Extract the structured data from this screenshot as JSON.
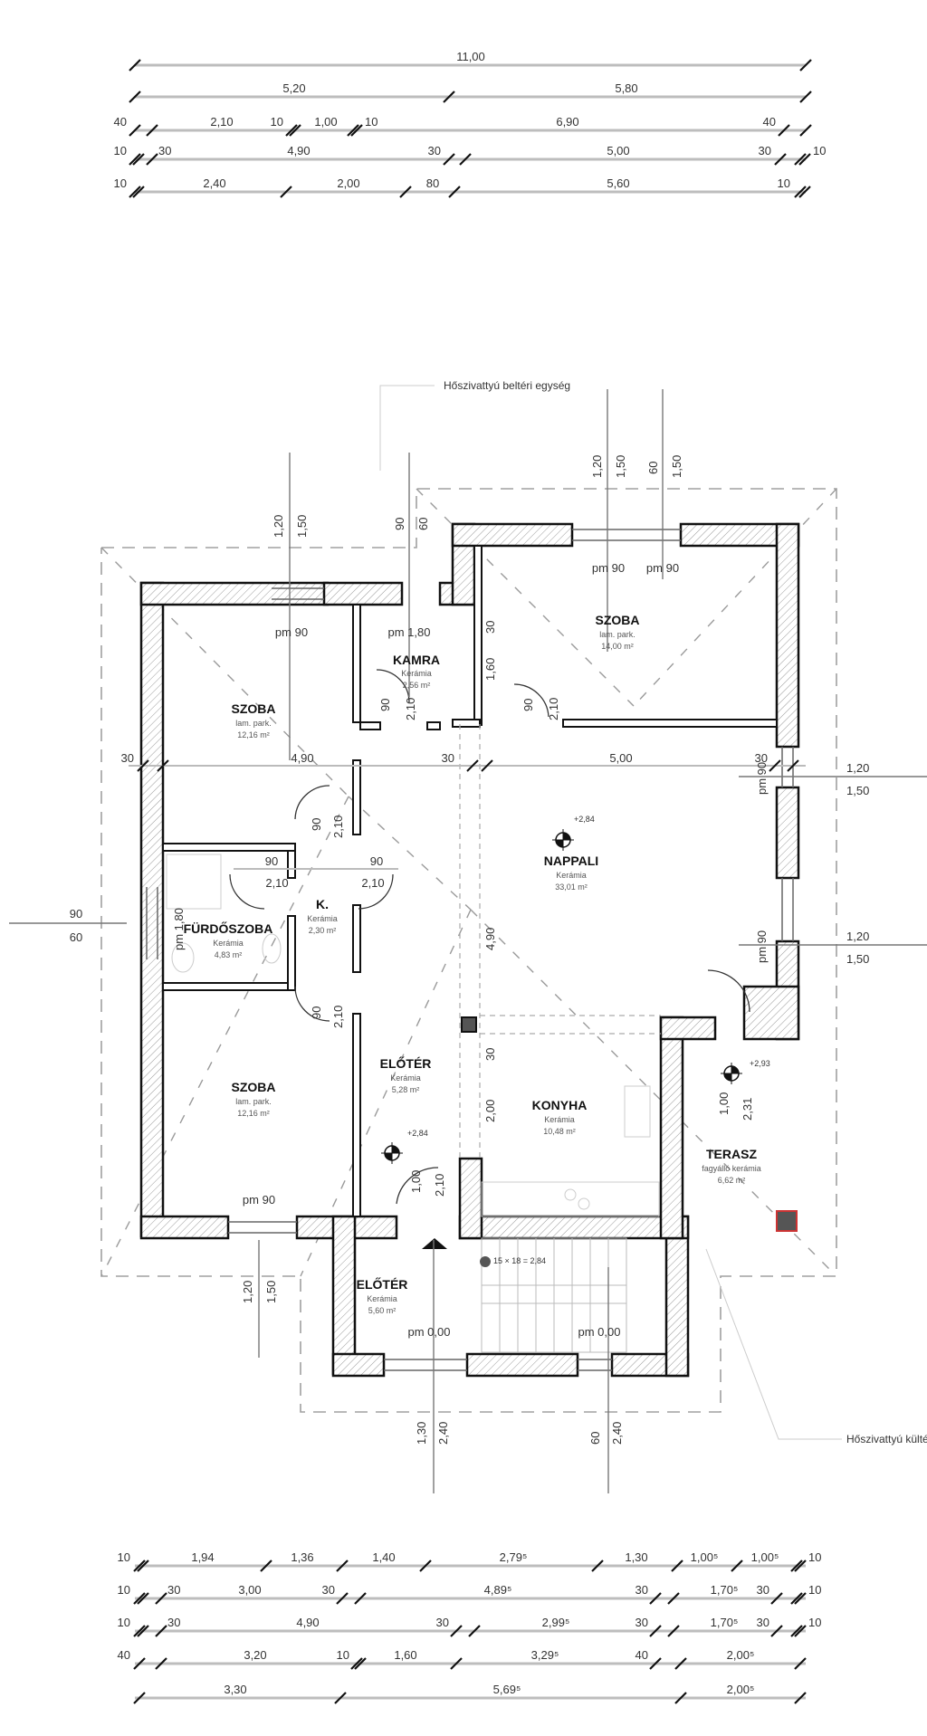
{
  "drawing": {
    "title": "Floor plan (földszint alaprajz)",
    "annotations": {
      "heat_pump_indoor": "Hőszivattyú beltéri egység",
      "heat_pump_outdoor": "Hőszivattyú kültéri egység"
    },
    "top_dimensions": [
      {
        "row": 1,
        "segments": [
          "11,00"
        ]
      },
      {
        "row": 2,
        "segments": [
          "5,20",
          "5,80"
        ]
      },
      {
        "row": 3,
        "segments": [
          "40",
          "2,10",
          "10",
          "1,00",
          "10",
          "6,90",
          "40"
        ]
      },
      {
        "row": 4,
        "segments": [
          "10",
          "30",
          "4,90",
          "30",
          "5,00",
          "30",
          "10"
        ]
      },
      {
        "row": 5,
        "segments": [
          "10",
          "2,40",
          "2,00",
          "80",
          "5,60",
          "10"
        ]
      }
    ],
    "bottom_dimensions": [
      {
        "row": 1,
        "segments": [
          "10",
          "1,94",
          "1,36",
          "1,40",
          "2,79⁵",
          "1,30",
          "1,00⁵",
          "1,00⁵",
          "10"
        ]
      },
      {
        "row": 2,
        "segments": [
          "10",
          "30",
          "3,00",
          "30",
          "4,89⁵",
          "30",
          "1,70⁵",
          "30",
          "10"
        ]
      },
      {
        "row": 3,
        "segments": [
          "10",
          "30",
          "4,90",
          "30",
          "2,99⁵",
          "30",
          "1,70⁵",
          "30",
          "10"
        ]
      },
      {
        "row": 4,
        "segments": [
          "40",
          "3,20",
          "10",
          "1,60",
          "3,29⁵",
          "40",
          "2,00⁵"
        ]
      },
      {
        "row": 5,
        "segments": [
          "3,30",
          "5,69⁵",
          "2,00⁵"
        ]
      }
    ],
    "rooms": [
      {
        "name": "SZOBA",
        "floor": "lam. park.",
        "area": "14,00 m²",
        "id": "szoba-ne"
      },
      {
        "name": "SZOBA",
        "floor": "lam. park.",
        "area": "12,16 m²",
        "id": "szoba-nw"
      },
      {
        "name": "KAMRA",
        "floor": "Kerámia",
        "area": "2,56 m²",
        "id": "kamra"
      },
      {
        "name": "NAPPALI",
        "floor": "Kerámia",
        "area": "33,01 m²",
        "id": "nappali"
      },
      {
        "name": "FÜRDŐSZOBA",
        "floor": "Kerámia",
        "area": "4,83 m²",
        "id": "furdoszoba"
      },
      {
        "name": "K.",
        "floor": "Kerámia",
        "area": "2,30 m²",
        "id": "kozlekedo"
      },
      {
        "name": "SZOBA",
        "floor": "lam. park.",
        "area": "12,16 m²",
        "id": "szoba-sw"
      },
      {
        "name": "ELŐTÉR",
        "floor": "Kerámia",
        "area": "5,28 m²",
        "id": "eloter-1"
      },
      {
        "name": "KONYHA",
        "floor": "Kerámia",
        "area": "10,48 m²",
        "id": "konyha"
      },
      {
        "name": "TERASZ",
        "floor": "fagyálló kerámia",
        "area": "6,62 m²",
        "id": "terasz"
      },
      {
        "name": "ELŐTÉR",
        "floor": "Kerámia",
        "area": "5,60 m²",
        "id": "eloter-2"
      }
    ],
    "parapet_labels": {
      "szoba_nw": "pm 90",
      "kamra": "pm 1,80",
      "szoba_ne_1": "pm 90",
      "szoba_ne_2": "pm 90",
      "nappali_1": "pm 90",
      "nappali_2": "pm 90",
      "furdo": "pm 1,80",
      "szoba_sw": "pm 90",
      "eloter_2": "pm 0,00",
      "stairs": "pm 0,00"
    },
    "interior_dimensions": {
      "row_a_left": "30",
      "row_a_mid": "4,90",
      "row_a_30": "30",
      "row_a_right": "5,00",
      "row_a_end": "30",
      "nappali_depth": "4,90",
      "konyha_depth": "2,00",
      "konyha_30": "30",
      "kamra_door_w": "90",
      "kamra_door_h": "2,10",
      "szoba_ne_door_w": "90",
      "szoba_ne_door_h": "2,10",
      "szoba_ne_30": "30",
      "szoba_ne_160": "1,60",
      "k_door_top_w": "90",
      "k_door_top_h": "2,10",
      "k_door_left_w": "90",
      "k_door_left_h": "2,10",
      "k_door_right_w": "90",
      "k_door_right_h": "2,10",
      "k_door_bottom_w": "90",
      "k_door_bottom_h": "2,10",
      "entry_door_w": "1,00",
      "entry_door_h": "2,10",
      "terasz_door_w": "1,00",
      "terasz_door_h": "2,31"
    },
    "window_heights": {
      "top_left_1": "1,20",
      "top_left_2": "1,50",
      "top_kamra_1": "90",
      "top_kamra_2": "60",
      "top_ne_1": "1,20",
      "top_ne_2": "1,50",
      "top_ne_3": "60",
      "top_ne_4": "1,50",
      "right_1a": "1,20",
      "right_1b": "1,50",
      "right_2a": "1,20",
      "right_2b": "1,50",
      "left_a": "90",
      "left_b": "60",
      "bottom_sw_1": "1,20",
      "bottom_sw_2": "1,50",
      "bottom_entry_1": "1,30",
      "bottom_entry_2": "2,40",
      "bottom_stairs_1": "60",
      "bottom_stairs_2": "2,40"
    },
    "levels": {
      "nappali": "+2,84",
      "eloter": "+2,84",
      "terasz": "+2,93",
      "stairs": "15 × 18 = 2,84"
    },
    "colors": {
      "wall": "#111111",
      "hatch": "#888888",
      "dim_line": "#bbbbbb",
      "roof_outline": "#999999",
      "chimney_highlight": "#cc3333"
    }
  }
}
